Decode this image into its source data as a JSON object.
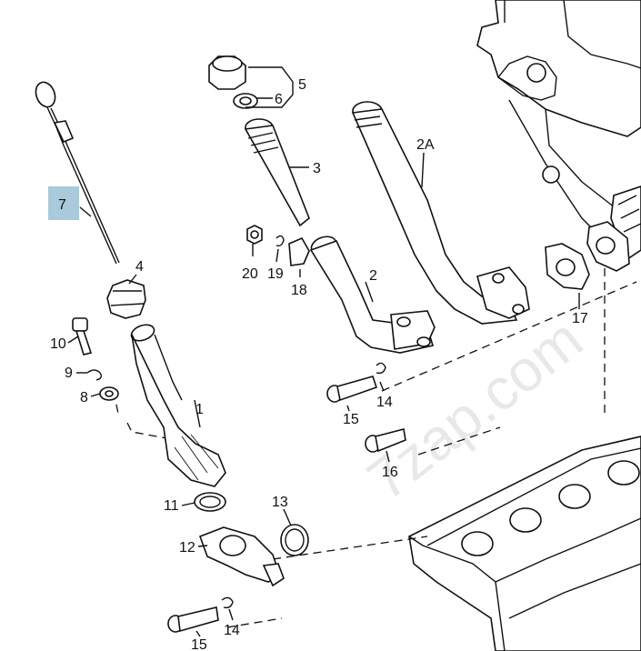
{
  "highlight_color": "#a9c9dc",
  "watermark": "7zap.com",
  "callouts": {
    "c7": "7",
    "c4": "4",
    "c10": "10",
    "c9": "9",
    "c8": "8",
    "c1": "1",
    "c11": "11",
    "c12": "12",
    "c13": "13",
    "c15a": "15",
    "c14a": "14",
    "c5": "5",
    "c6": "6",
    "c3": "3",
    "c2a": "2A",
    "c20": "20",
    "c19": "19",
    "c18": "18",
    "c2": "2",
    "c17": "17",
    "c14b": "14",
    "c15b": "15",
    "c16": "16"
  }
}
